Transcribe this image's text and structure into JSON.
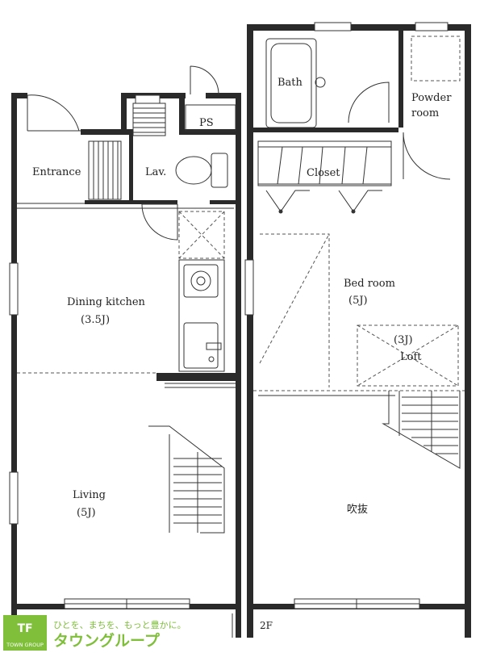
{
  "rooms": {
    "entrance": "Entrance",
    "lav": "Lav.",
    "ps": "PS",
    "dining_kitchen": "Dining kitchen",
    "dining_kitchen_size": "(3.5J)",
    "living": "Living",
    "living_size": "(5J)",
    "bath": "Bath",
    "powder_room_line1": "Powder",
    "powder_room_line2": "room",
    "closet": "Closet",
    "bed_room": "Bed room",
    "bed_room_size": "(5J)",
    "loft_size": "(3J)",
    "loft": "Loft",
    "fukinuke": "吹抜"
  },
  "floor_label": "2F",
  "logo": {
    "tagline": "ひとを、まちを、もっと豊かに。",
    "brand": "タウングループ",
    "mark": "TOWN GROUP"
  },
  "colors": {
    "wall": "#2a2a2a",
    "logo_green": "#7fbf3a",
    "background": "#ffffff"
  }
}
